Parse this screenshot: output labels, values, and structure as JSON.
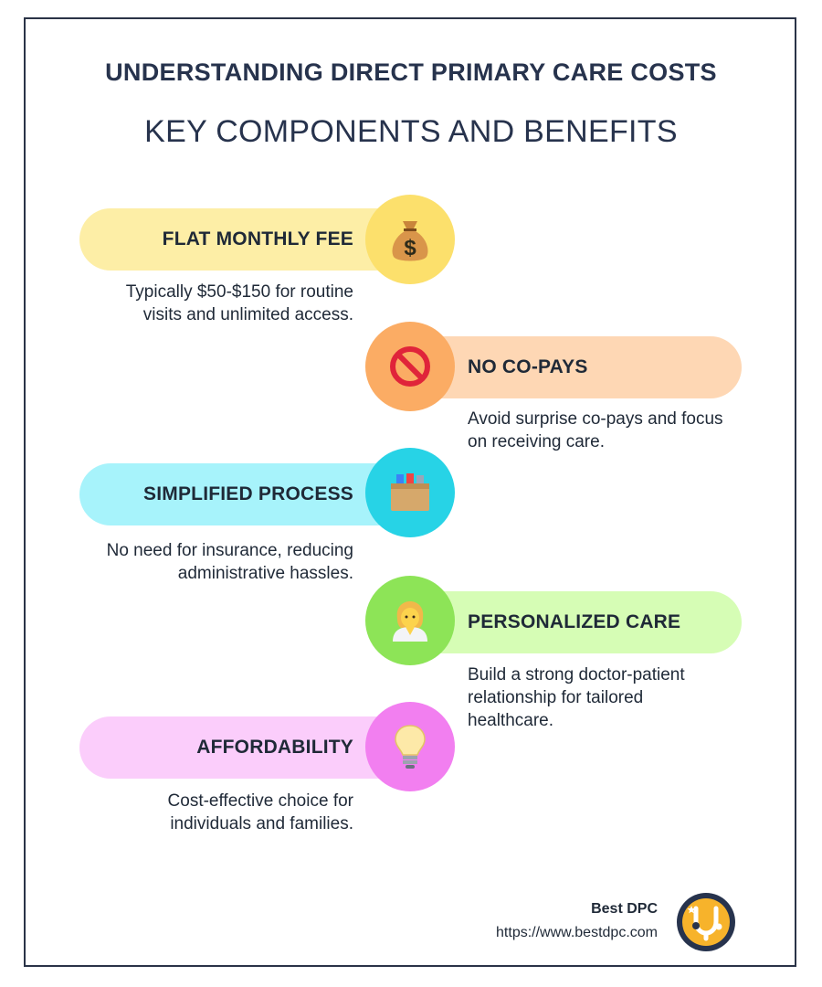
{
  "header": {
    "title": "UNDERSTANDING DIRECT PRIMARY CARE COSTS",
    "subtitle": "KEY COMPONENTS AND BENEFITS"
  },
  "items": [
    {
      "label": "FLAT MONTHLY FEE",
      "description": "Typically $50-$150 for routine visits and unlimited access.",
      "icon": "money-bag-icon",
      "pill_color": "#fdeea6",
      "circle_color": "#fce06c"
    },
    {
      "label": "NO CO-PAYS",
      "description": "Avoid surprise co-pays and focus on receiving care.",
      "icon": "prohibited-icon",
      "pill_color": "#fed7b4",
      "circle_color": "#fbac64"
    },
    {
      "label": "SIMPLIFIED PROCESS",
      "description": "No need for insurance, reducing administrative hassles.",
      "icon": "card-file-box-icon",
      "pill_color": "#a7f3fb",
      "circle_color": "#27d3e6"
    },
    {
      "label": "PERSONALIZED CARE",
      "description": "Build a strong doctor-patient relationship for tailored healthcare.",
      "icon": "doctor-icon",
      "pill_color": "#d6fdb5",
      "circle_color": "#8de457"
    },
    {
      "label": "AFFORDABILITY",
      "description": "Cost-effective choice for individuals and families.",
      "icon": "light-bulb-icon",
      "pill_color": "#fbcdfb",
      "circle_color": "#f27ff0"
    }
  ],
  "footer": {
    "brand": "Best DPC",
    "url": "https://www.bestdpc.com",
    "logo_icon": "stethoscope-logo-icon"
  }
}
